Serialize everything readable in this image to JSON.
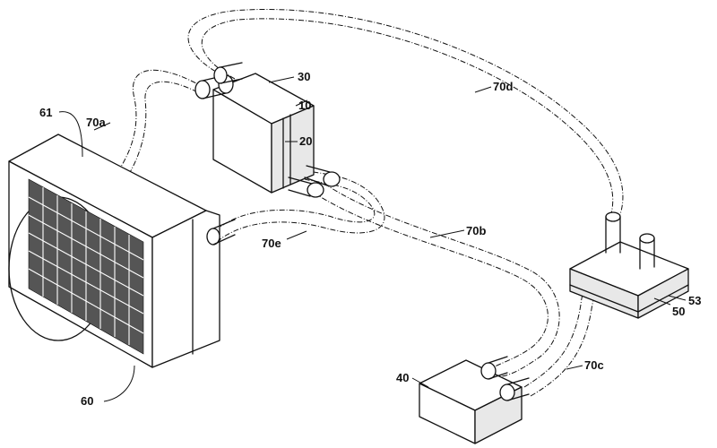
{
  "labels": {
    "pump_cover": "30",
    "heat_block": "10",
    "pump_body": "20",
    "tube_a": "70a",
    "tube_b": "70b",
    "tube_c": "70c",
    "tube_d": "70d",
    "tube_e": "70e",
    "radiator_fins": "61",
    "radiator": "60",
    "reservoir": "50",
    "reservoir_base": "53",
    "heat_source": "40"
  }
}
